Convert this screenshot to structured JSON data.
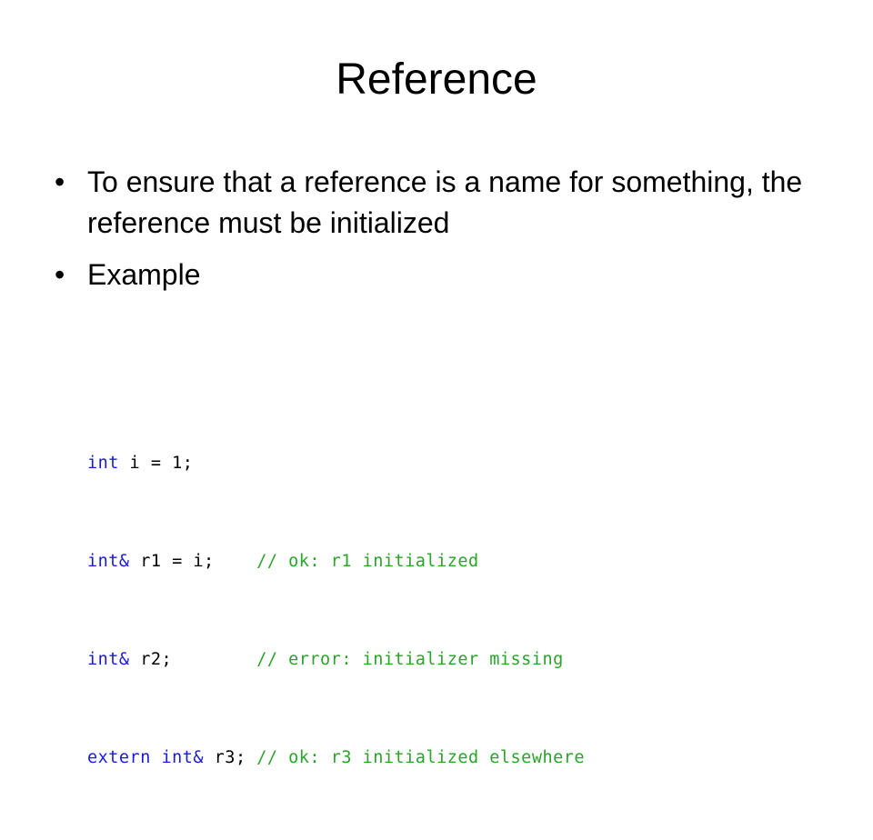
{
  "slide": {
    "title": "Reference",
    "bullets": [
      {
        "mark": "•",
        "text": "To ensure that a reference is a name for something, the reference must be initialized"
      },
      {
        "mark": "•",
        "text": "Example"
      }
    ],
    "code": [
      {
        "keyword": "int",
        "rest": " i = 1;",
        "comment": ""
      },
      {
        "keyword": "int&",
        "rest": " r1 = i;    ",
        "comment": "// ok: r1 initialized"
      },
      {
        "keyword": "int&",
        "rest": " r2;        ",
        "comment": "// error: initializer missing"
      },
      {
        "keyword": "extern int&",
        "rest": " r3; ",
        "comment": "// ok: r3 initialized elsewhere"
      }
    ]
  },
  "colors": {
    "keyword": "#1a1ae6",
    "comment": "#2aa42a",
    "text": "#000000",
    "background": "#ffffff"
  }
}
